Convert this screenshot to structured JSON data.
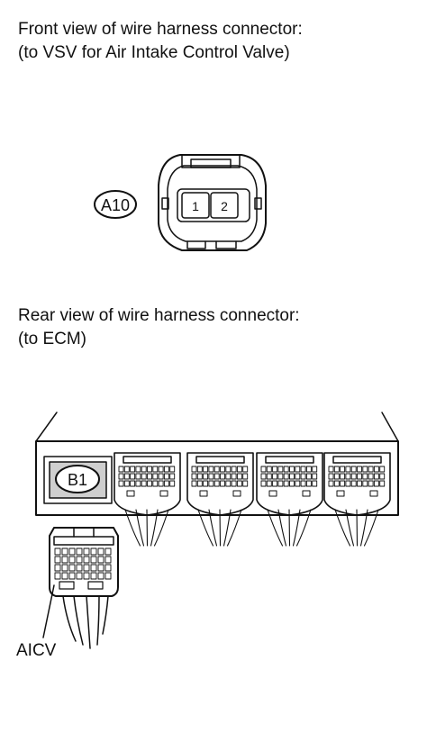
{
  "front_view": {
    "caption_line1": "Front view of wire harness connector:",
    "caption_line2": "(to VSV for Air Intake Control Valve)",
    "connector_id": "A10",
    "pin_labels": [
      "1",
      "2"
    ]
  },
  "rear_view": {
    "caption_line1": "Rear view of wire harness connector:",
    "caption_line2": "(to ECM)",
    "connector_id": "B1",
    "terminal_label": "AICV"
  }
}
